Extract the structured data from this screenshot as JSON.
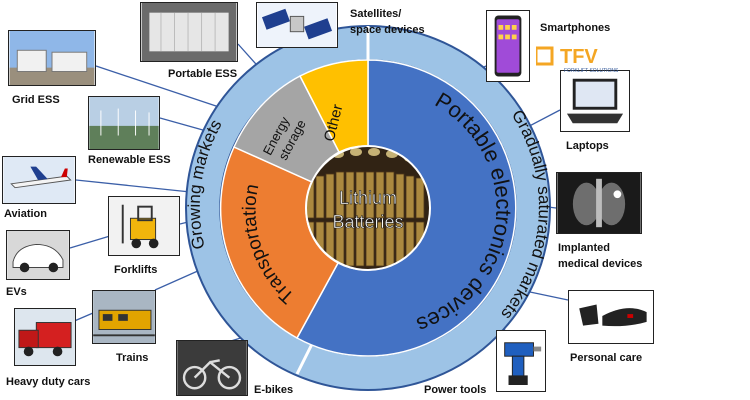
{
  "center": {
    "line1": "Lithium",
    "line2": "Batteries"
  },
  "sectors": {
    "portable": "Portable electronics devices",
    "transportation": "Transportation",
    "energy_storage_1": "Energy",
    "energy_storage_2": "storage",
    "other": "Other"
  },
  "ring": {
    "growing": "Growing markets",
    "saturated": "Gradually saturated markets"
  },
  "apps": {
    "satellites_1": "Satellites/",
    "satellites_2": "space devices",
    "portable_ess": "Portable ESS",
    "grid_ess": "Grid ESS",
    "renewable_ess": "Renewable ESS",
    "aviation": "Aviation",
    "forklifts": "Forklifts",
    "evs": "EVs",
    "trains": "Trains",
    "heavy_duty_cars": "Heavy duty cars",
    "ebikes": "E-bikes",
    "power_tools": "Power tools",
    "personal_care": "Personal care",
    "implanted_1": "Implanted",
    "implanted_2": "medical devices",
    "laptops": "Laptops",
    "smartphones": "Smartphones"
  },
  "logo": {
    "text": "TFV",
    "sub": "FORKLIFT SOLUTIONS"
  },
  "colors": {
    "portable": "#4472c4",
    "transportation": "#ed7d31",
    "energy_storage": "#a5a5a5",
    "other": "#ffc000",
    "ring": "#9dc3e6",
    "ring_border": "#2f5597",
    "logo": "#f4a623"
  }
}
